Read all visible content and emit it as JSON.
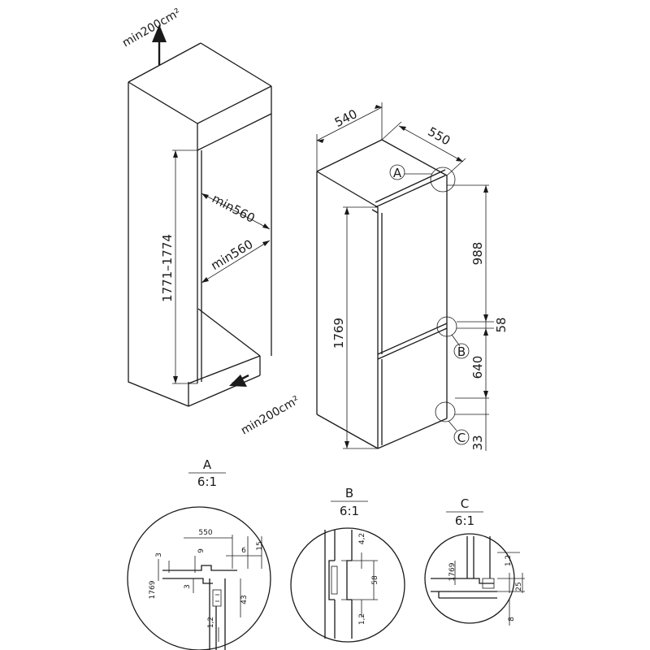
{
  "niche": {
    "vent_top": "min200cm²",
    "vent_bottom": "min200cm²",
    "width_upper": "min560",
    "width_lower": "min560",
    "height": "1771–1774"
  },
  "appliance": {
    "width": "540",
    "depth": "550",
    "height": "1769",
    "upper_door": "988",
    "gap": "58",
    "lower_door": "640",
    "bottom_gap": "33",
    "callout_a": "A",
    "callout_b": "B",
    "callout_c": "C"
  },
  "details": [
    {
      "letter": "A",
      "scale": "6:1",
      "dims": {
        "d550": "550",
        "d6": "6",
        "d15": "15",
        "d9": "9",
        "d3a": "3",
        "d1769": "1769",
        "d3b": "3",
        "d43": "43",
        "d12": "1,2"
      }
    },
    {
      "letter": "B",
      "scale": "6:1",
      "dims": {
        "d42": "4,2",
        "d58": "58",
        "d12": "1,2"
      }
    },
    {
      "letter": "C",
      "scale": "6:1",
      "dims": {
        "d12": "1,2",
        "d1769": "1769",
        "d25": "25",
        "d8": "8"
      }
    }
  ]
}
